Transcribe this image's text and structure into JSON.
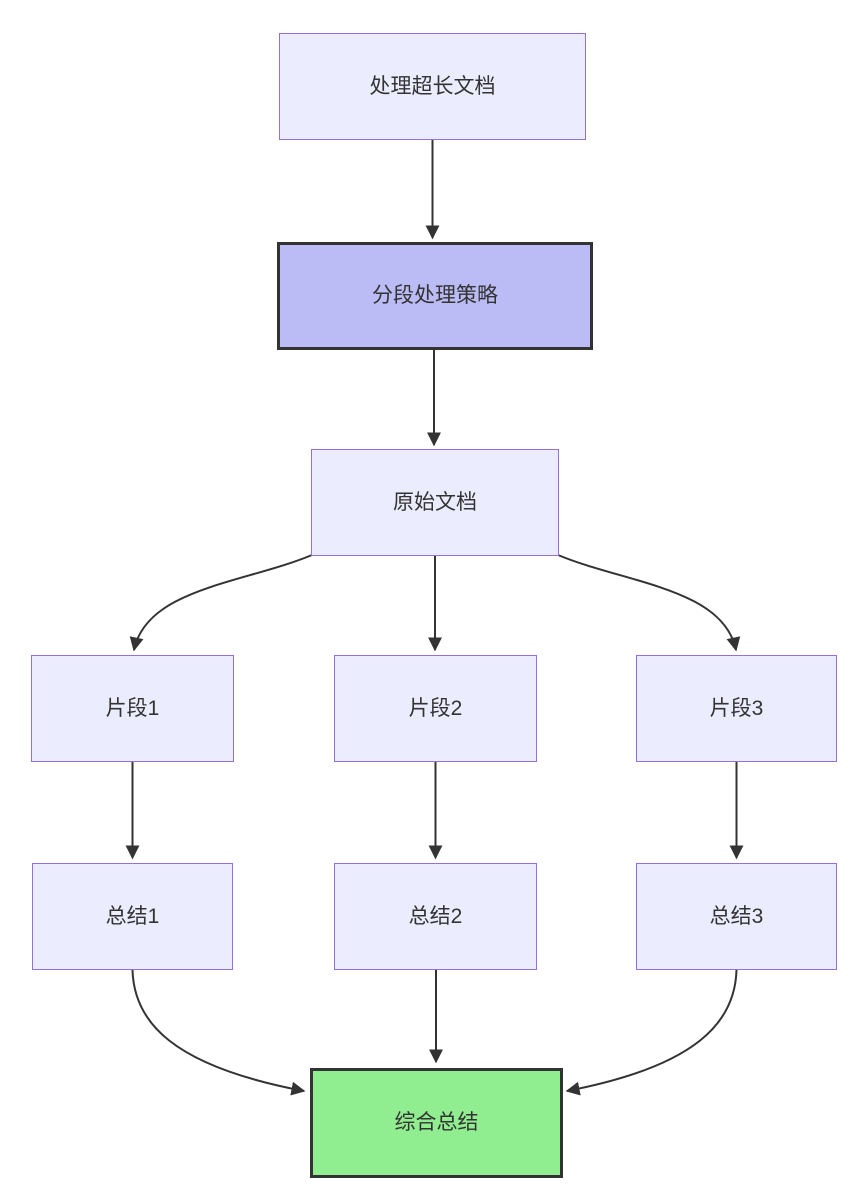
{
  "diagram": {
    "type": "flowchart",
    "direction": "top-down",
    "nodes": [
      {
        "id": "task",
        "label": "处理超长文档",
        "style": "default",
        "fill": "#ECECFF",
        "stroke": "#9370DB"
      },
      {
        "id": "strategy",
        "label": "分段处理策略",
        "style": "highlight",
        "fill": "#BBBBF6",
        "stroke": "#333333"
      },
      {
        "id": "original",
        "label": "原始文档",
        "style": "default",
        "fill": "#ECECFF",
        "stroke": "#9370DB"
      },
      {
        "id": "fragment1",
        "label": "片段1",
        "style": "default",
        "fill": "#ECECFF",
        "stroke": "#9370DB"
      },
      {
        "id": "fragment2",
        "label": "片段2",
        "style": "default",
        "fill": "#ECECFF",
        "stroke": "#9370DB"
      },
      {
        "id": "fragment3",
        "label": "片段3",
        "style": "default",
        "fill": "#ECECFF",
        "stroke": "#9370DB"
      },
      {
        "id": "summary1",
        "label": "总结1",
        "style": "default",
        "fill": "#ECECFF",
        "stroke": "#9370DB"
      },
      {
        "id": "summary2",
        "label": "总结2",
        "style": "default",
        "fill": "#ECECFF",
        "stroke": "#9370DB"
      },
      {
        "id": "summary3",
        "label": "总结3",
        "style": "default",
        "fill": "#ECECFF",
        "stroke": "#9370DB"
      },
      {
        "id": "final",
        "label": "综合总结",
        "style": "final",
        "fill": "#90EE90",
        "stroke": "#333333"
      }
    ],
    "edges": [
      {
        "from": "task",
        "to": "strategy"
      },
      {
        "from": "strategy",
        "to": "original"
      },
      {
        "from": "original",
        "to": "fragment1"
      },
      {
        "from": "original",
        "to": "fragment2"
      },
      {
        "from": "original",
        "to": "fragment3"
      },
      {
        "from": "fragment1",
        "to": "summary1"
      },
      {
        "from": "fragment2",
        "to": "summary2"
      },
      {
        "from": "fragment3",
        "to": "summary3"
      },
      {
        "from": "summary1",
        "to": "final"
      },
      {
        "from": "summary2",
        "to": "final"
      },
      {
        "from": "summary3",
        "to": "final"
      }
    ],
    "colors": {
      "background": "#ffffff",
      "edge": "#333333",
      "text": "#333333",
      "default_fill": "#ECECFF",
      "default_stroke": "#9370DB",
      "highlight_fill": "#BBBBF6",
      "highlight_stroke": "#333333",
      "final_fill": "#90EE90",
      "final_stroke": "#333333"
    }
  }
}
